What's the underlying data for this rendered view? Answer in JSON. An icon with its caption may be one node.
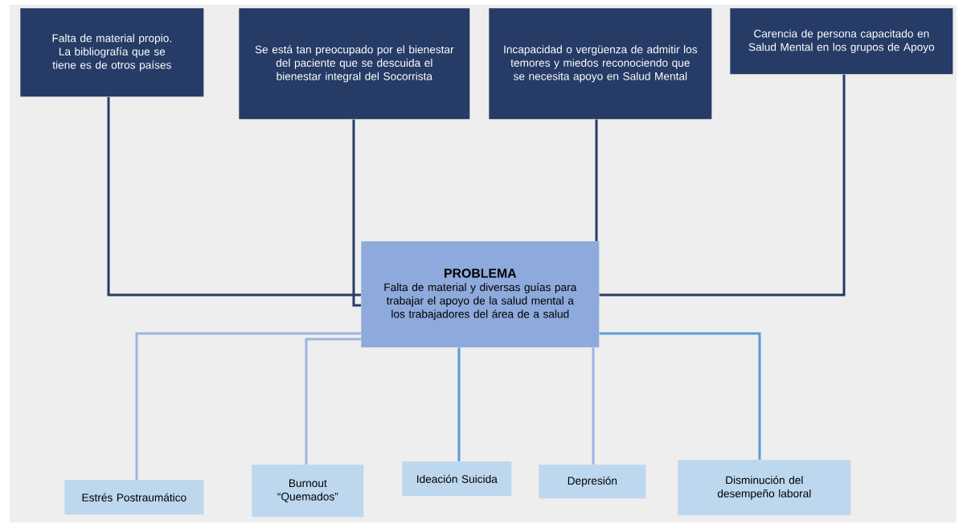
{
  "diagram": {
    "nodes": [
      {
        "text": [
          "Falta de material propio. La bibliografía que se tiene es de otros países"
        ]
      },
      {
        "text": [
          "Se está tan preocupado por el bienestar del paciente que se descuida el bienestar integral del Socorrista"
        ]
      },
      {
        "text": [
          "Incapacidad o vergüenza de admitir los temores y miedos reconociendo que se necesita apoyo en Salud Mental"
        ]
      },
      {
        "text": [
          "Carencia de persona capacitado en Salud Mental en los grupos de Apoyo"
        ]
      },
      {
        "text": [
          "PROBLEMA",
          "Falta de material y diversas guías para trabajar el apoyo de la salud mental a los trabajadores del área de a salud"
        ]
      },
      {
        "text": [
          "Estrés Postraumático"
        ]
      },
      {
        "text": [
          "Burnout “Quemados”"
        ]
      },
      {
        "text": [
          "Ideación Suicida"
        ]
      },
      {
        "text": [
          "Depresión"
        ]
      },
      {
        "text": [
          "Disminución del desempeño laboral"
        ]
      }
    ],
    "edges": [
      {
        "from": 0,
        "to": 4,
        "arrow": "none",
        "color": "#263c66"
      },
      {
        "from": 1,
        "to": 4,
        "arrow": "none",
        "color": "#263c66"
      },
      {
        "from": 2,
        "to": 4,
        "arrow": "none",
        "color": "#263c66"
      },
      {
        "from": 3,
        "to": 4,
        "arrow": "none",
        "color": "#263c66"
      },
      {
        "from": 4,
        "to": 5,
        "arrow": "none",
        "color": "#9db4e3"
      },
      {
        "from": 4,
        "to": 6,
        "arrow": "none",
        "color": "#9db4e3"
      },
      {
        "from": 4,
        "to": 7,
        "arrow": "none",
        "color": "#5b9bd5"
      },
      {
        "from": 4,
        "to": 8,
        "arrow": "none",
        "color": "#9db4e3"
      },
      {
        "from": 4,
        "to": 9,
        "arrow": "none",
        "color": "#5b9bd5"
      }
    ]
  }
}
